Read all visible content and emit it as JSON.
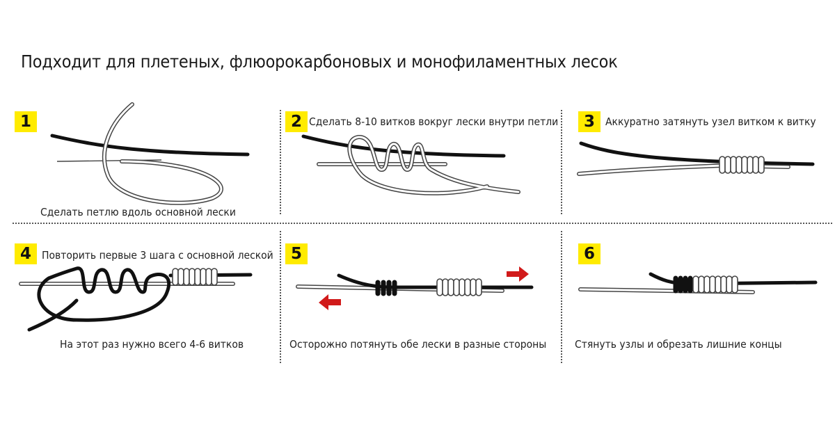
{
  "title": "Подходит для плетеных, флюорокарбоновых и монофиламентных лесок",
  "accent_color": "#ffeb00",
  "arrow_color": "#d11a1a",
  "steps": [
    {
      "number": "1",
      "text": "Сделать петлю вдоль основной лески"
    },
    {
      "number": "2",
      "text": "Сделать 8-10 витков вокруг лески внутри петли"
    },
    {
      "number": "3",
      "text": "Аккуратно затянуть узел витком к витку"
    },
    {
      "number": "4",
      "text": "Повторить первые 3 шага с основной леской"
    },
    {
      "number": "4",
      "subtext": "На этот раз нужно всего 4-6 витков"
    },
    {
      "number": "5",
      "text": "Осторожно потянуть обе лески в разные стороны"
    },
    {
      "number": "6",
      "text": "Стянуть узлы и обрезать лишние концы"
    }
  ]
}
